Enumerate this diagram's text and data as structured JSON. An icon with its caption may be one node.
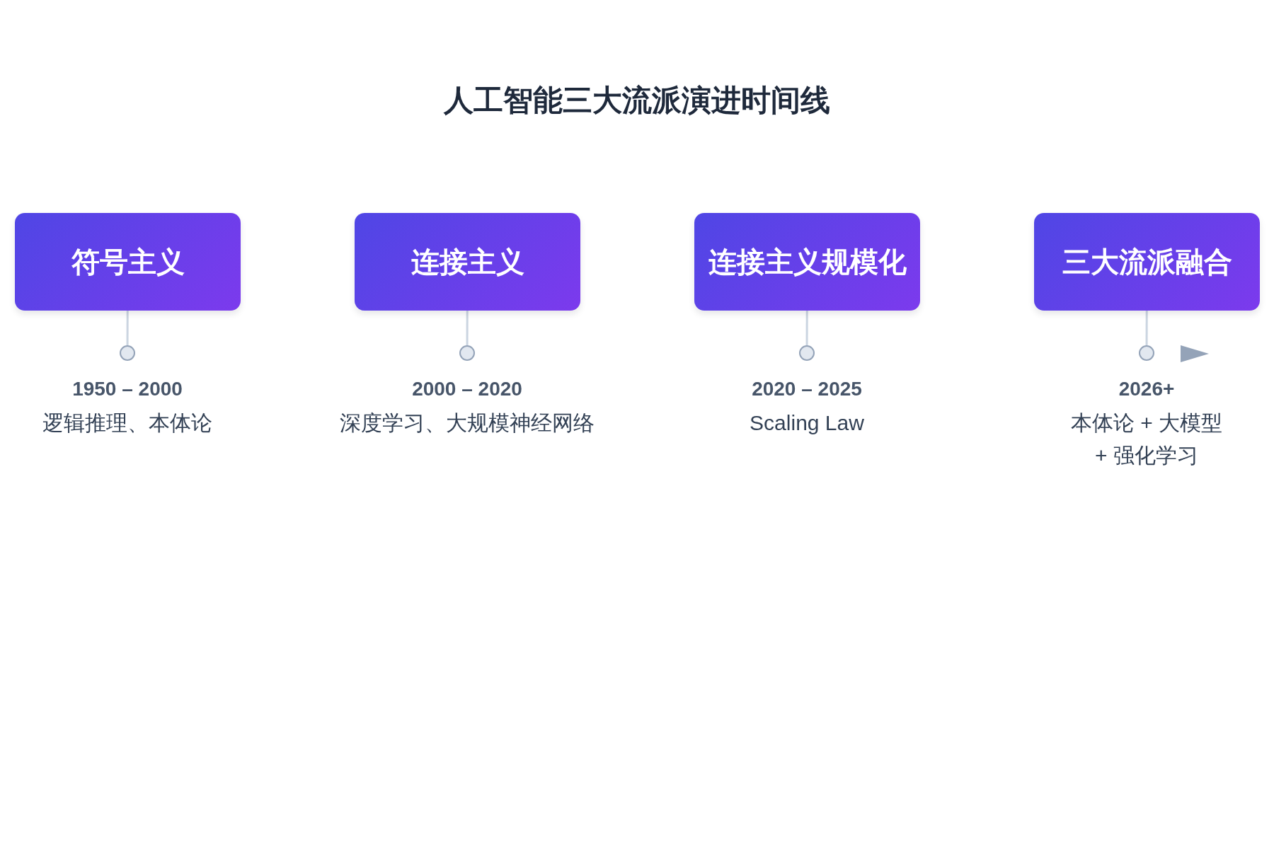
{
  "diagram": {
    "title": "人工智能三大流派演进时间线",
    "nodes": [
      {
        "text": [
          "符号主义"
        ]
      },
      {
        "text": [
          "连接主义"
        ]
      },
      {
        "text": [
          "连接主义规模化"
        ]
      },
      {
        "text": [
          "三大流派融合"
        ]
      },
      {
        "text": [],
        "shape": "circle",
        "beside": [
          "1950 – 2000",
          "逻辑推理、本体论"
        ]
      },
      {
        "text": [],
        "shape": "circle",
        "beside": [
          "2000 – 2020",
          "深度学习、大规模神经网络"
        ]
      },
      {
        "text": [],
        "shape": "circle",
        "beside": [
          "2020 – 2025",
          "Scaling Law"
        ]
      },
      {
        "text": [],
        "shape": "circle",
        "beside": [
          "2026+",
          "本体论 + 大模型 + 强化学习"
        ]
      }
    ],
    "edges": [
      {
        "from": 0,
        "to": 4,
        "arrow": "none"
      },
      {
        "from": 1,
        "to": 5,
        "arrow": "none"
      },
      {
        "from": 2,
        "to": 6,
        "arrow": "none"
      },
      {
        "from": 3,
        "to": 7,
        "arrow": "none"
      }
    ]
  }
}
